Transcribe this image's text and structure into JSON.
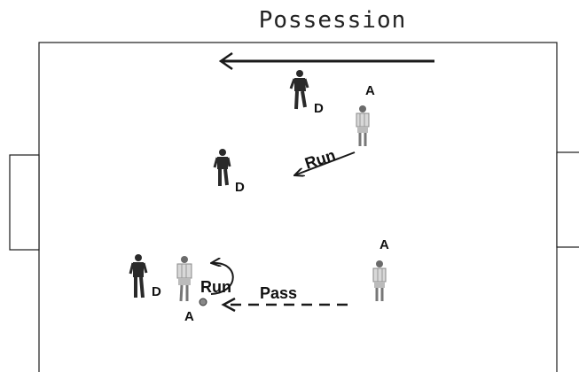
{
  "title": "Possession",
  "labels": {
    "defender": "D",
    "attacker": "A",
    "run": "Run",
    "pass": "Pass"
  },
  "colors": {
    "line": "#1a1a1a",
    "defender": "#2a2a2a",
    "attacker_kit": "#d8d8d8",
    "attacker_skin": "#6b6b6b",
    "ball": "#888888"
  }
}
